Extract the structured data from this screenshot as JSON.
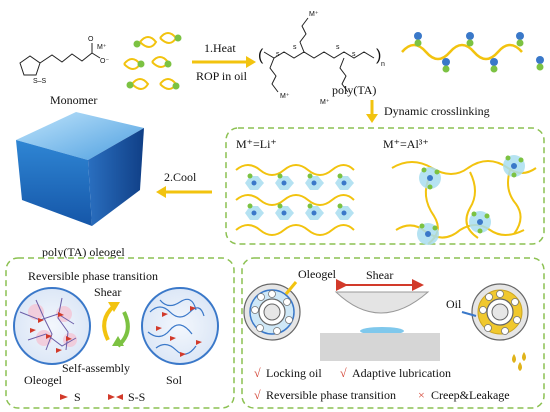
{
  "colors": {
    "yellow": "#f2c30f",
    "green": "#7cc242",
    "blue": "#3a78c9",
    "lightblue": "#a9def0",
    "dash_green": "#8cc152",
    "purple": "#6b5ea8",
    "red": "#d23a2a",
    "gray": "#cfcfcf"
  },
  "top": {
    "monomer_label": "Monomer",
    "monomer_charge": "M⁺",
    "monomer_anion": "O⁻",
    "monomer_O": "O",
    "ss": "S–S",
    "step1_heat": "1.Heat",
    "step1_rop": "ROP in oil",
    "polymer_label": "poly(TA)",
    "polymer_n": "n",
    "polymer_m1": "M⁺",
    "polymer_m2": "M⁺",
    "polymer_m3": "M⁺",
    "dynamic_crosslinking": "Dynamic crosslinking"
  },
  "middle": {
    "step2_cool": "2.Cool",
    "oleogel_label": "poly(TA) oleogel",
    "li_label": "M⁺=Li⁺",
    "al_label": "M⁺=Al³⁺"
  },
  "bottom_left": {
    "reversible": "Reversible phase transition",
    "shear": "Shear",
    "self_assembly": "Self-assembly",
    "oleogel": "Oleogel",
    "sol": "Sol",
    "legend_s": "S",
    "legend_ss": "S-S"
  },
  "bottom_right": {
    "oleogel_tag": "Oleogel",
    "shear": "Shear",
    "oil_tag": "Oil",
    "check_mark": "√",
    "cross_mark": "×",
    "feat_locking": "Locking oil",
    "feat_adaptive": "Adaptive lubrication",
    "feat_reversible": "Reversible phase transition",
    "feat_creep": "Creep&Leakage"
  }
}
